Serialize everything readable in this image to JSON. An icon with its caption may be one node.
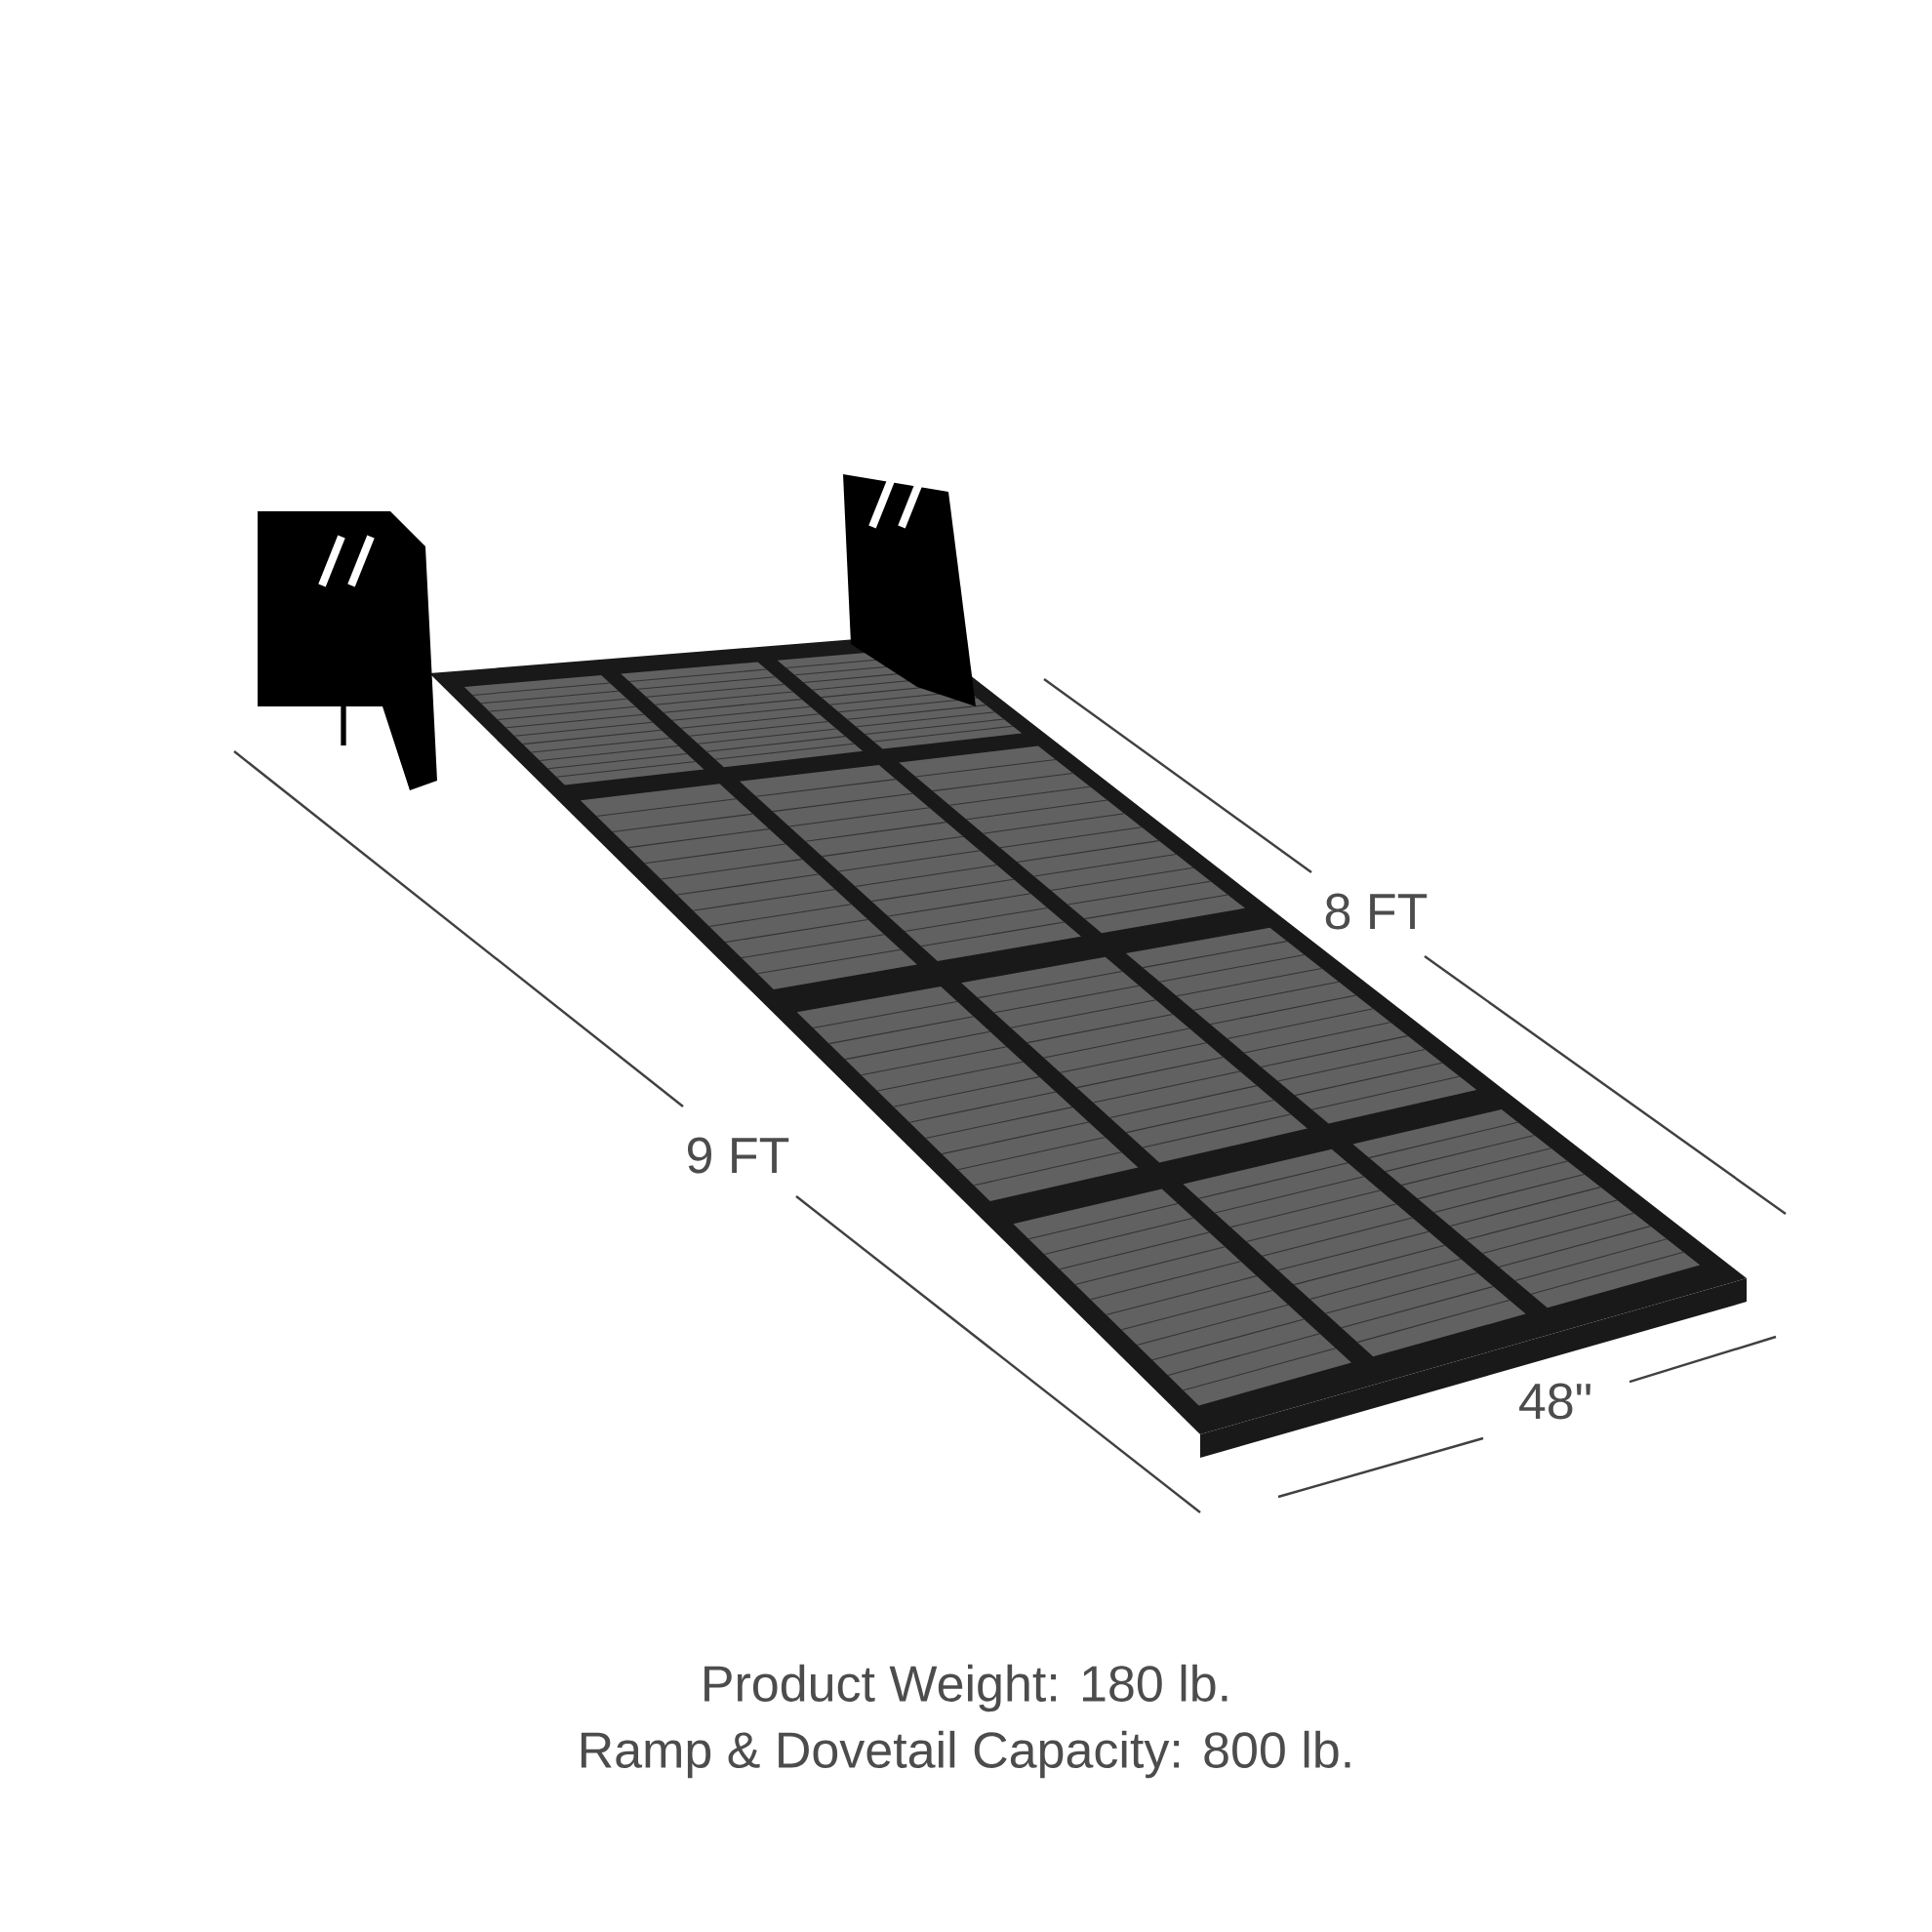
{
  "diagram": {
    "labels": [
      "8 FT",
      "9 FT",
      "48\"",
      "Product Weight: 180 lb.",
      "Ramp & Dovetail Capacity: 800 lb."
    ]
  }
}
